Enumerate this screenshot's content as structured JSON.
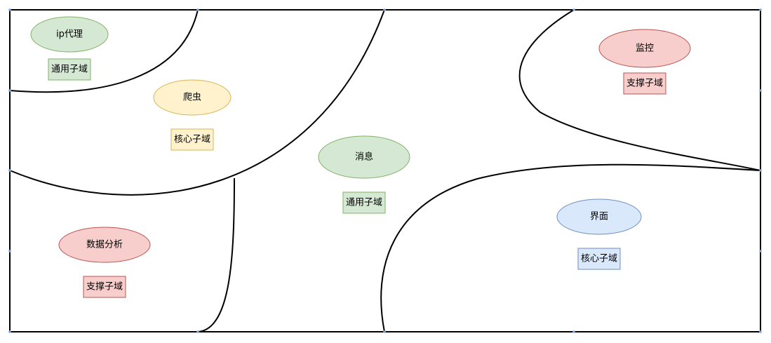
{
  "colors": {
    "green_fill": "#d5e8d4",
    "green_stroke": "#82b366",
    "yellow_fill": "#fff2cc",
    "yellow_stroke": "#d6b656",
    "red_fill": "#f8cecc",
    "red_stroke": "#b85450",
    "blue_fill": "#dae8fc",
    "blue_stroke": "#6c8ebf"
  },
  "regions": {
    "ip_proxy": {
      "name": "ip代理",
      "type": "通用子域",
      "color": "green"
    },
    "crawler": {
      "name": "爬虫",
      "type": "核心子域",
      "color": "yellow"
    },
    "message": {
      "name": "消息",
      "type": "通用子域",
      "color": "green"
    },
    "monitor": {
      "name": "监控",
      "type": "支撑子域",
      "color": "red"
    },
    "data_analysis": {
      "name": "数据分析",
      "type": "支撑子域",
      "color": "red"
    },
    "ui": {
      "name": "界面",
      "type": "核心子域",
      "color": "blue"
    }
  }
}
